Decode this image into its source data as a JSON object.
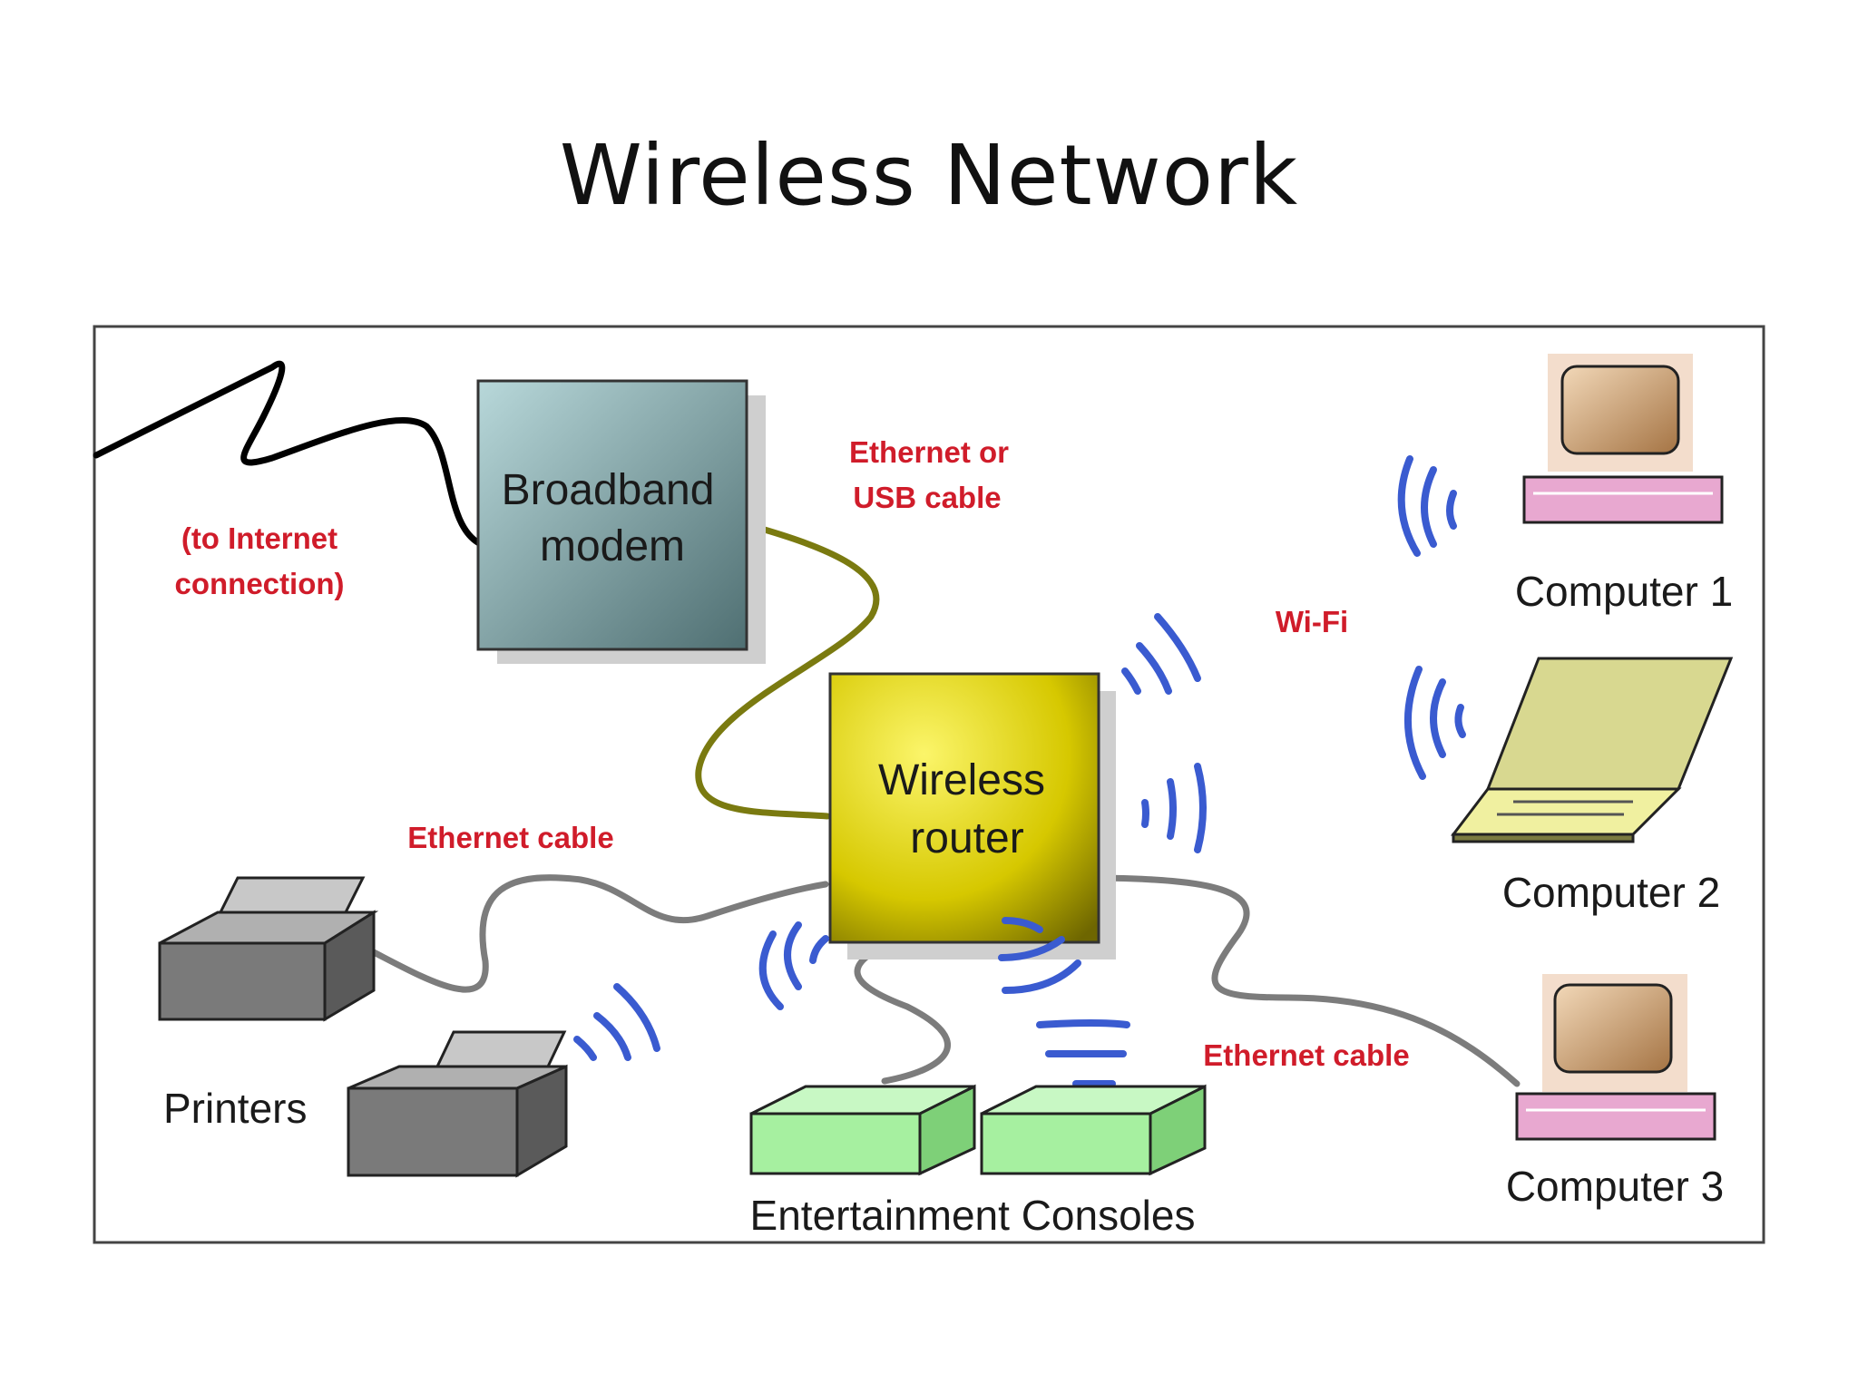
{
  "title": "Wireless Network",
  "labels": {
    "internet_line1": "(to Internet",
    "internet_line2": "connection)",
    "modem_line1": "Broadband",
    "modem_line2": "modem",
    "eth_usb_line1": "Ethernet or",
    "eth_usb_line2": "USB cable",
    "wifi": "Wi-Fi",
    "router_line1": "Wireless",
    "router_line2": "router",
    "eth_cable_left": "Ethernet cable",
    "eth_cable_right": "Ethernet cable",
    "printers": "Printers",
    "consoles": "Entertainment Consoles",
    "computer1": "Computer 1",
    "computer2": "Computer 2",
    "computer3": "Computer 3"
  },
  "colors": {
    "label_red": "#d01c2a",
    "wifi_blue": "#3a5bd0",
    "modem_fill": "#7fa4a8",
    "router_fill": "#d6c800",
    "console_fill": "#a6f0a0",
    "printer_fill": "#7a7a7a",
    "computer_pink": "#e8a8d0",
    "laptop_fill": "#d8d890"
  }
}
